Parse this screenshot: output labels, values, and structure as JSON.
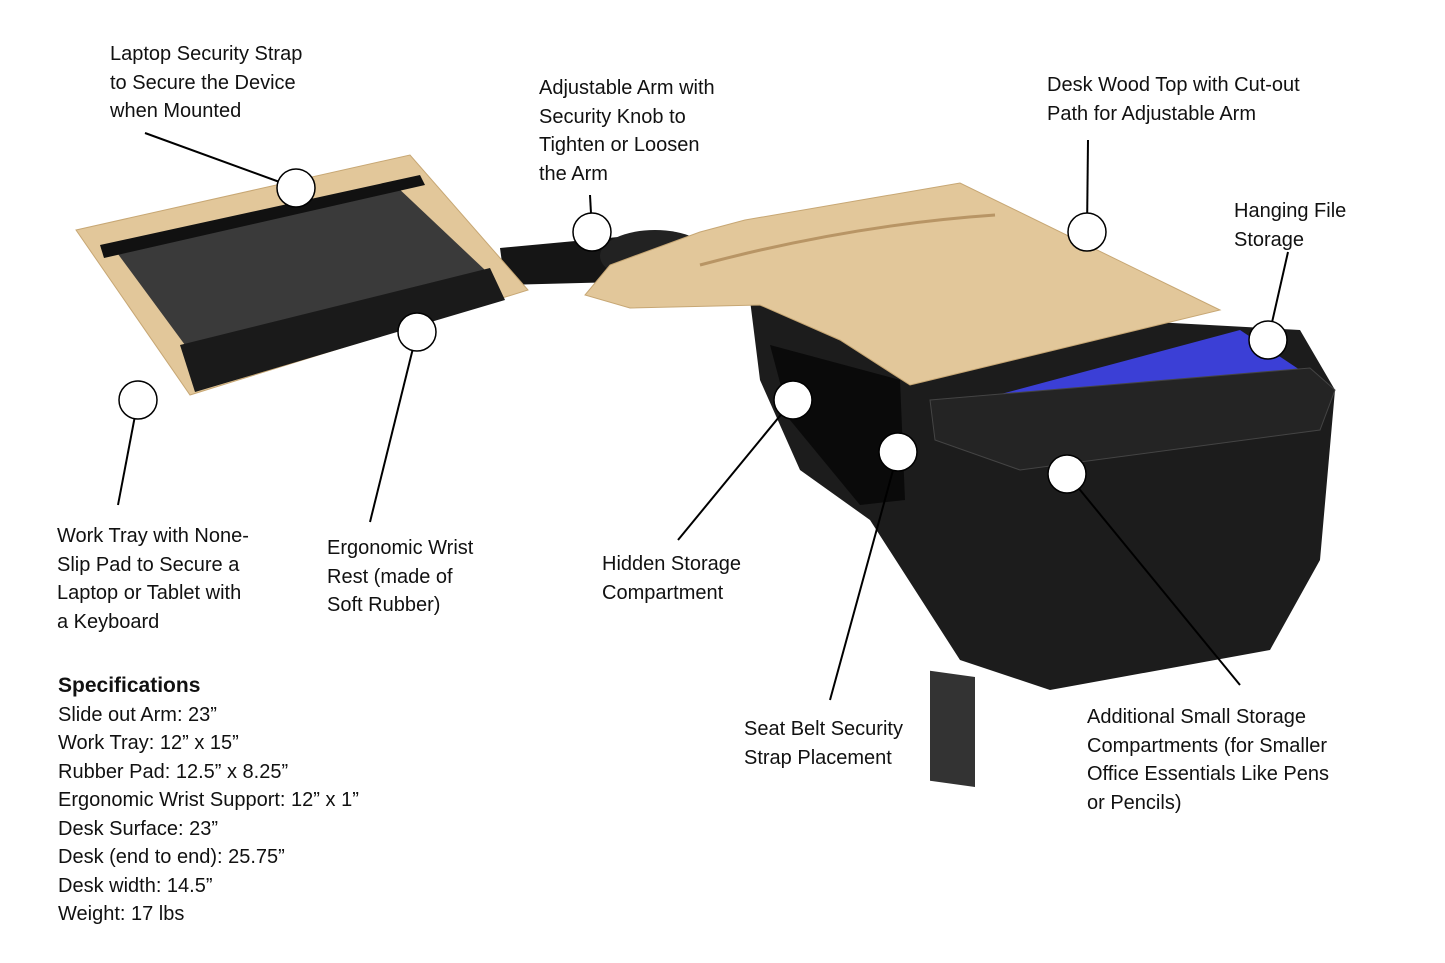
{
  "callouts": {
    "laptop_strap": "Laptop Security Strap\nto Secure the Device\nwhen Mounted",
    "adjustable_arm": "Adjustable Arm with\nSecurity Knob to\nTighten or Loosen\nthe Arm",
    "desk_top": "Desk Wood Top with Cut-out\nPath for Adjustable Arm",
    "hanging_file": "Hanging File\nStorage",
    "work_tray": "Work Tray with None-\nSlip Pad to Secure a\nLaptop or Tablet with\na Keyboard",
    "wrist_rest": "Ergonomic Wrist\nRest (made of\nSoft Rubber)",
    "hidden_storage": "Hidden Storage\nCompartment",
    "seat_belt": "Seat Belt Security\nStrap Placement",
    "small_storage": "Additional Small Storage\nCompartments (for Smaller\nOffice Essentials Like Pens\nor Pencils)"
  },
  "specifications": {
    "title": "Specifications",
    "items": [
      "Slide out Arm: 23”",
      "Work Tray: 12” x 15”",
      "Rubber Pad: 12.5” x 8.25”",
      "Ergonomic Wrist Support: 12” x 1”",
      "Desk Surface: 23”",
      "Desk (end to end): 25.75”",
      "Desk width: 14.5”",
      "Weight: 17 lbs"
    ]
  },
  "colors": {
    "wood": "#e2c79a",
    "plastic": "#1c1c1c",
    "files": "#3b3fd6",
    "pad": "#3a3a3a"
  }
}
